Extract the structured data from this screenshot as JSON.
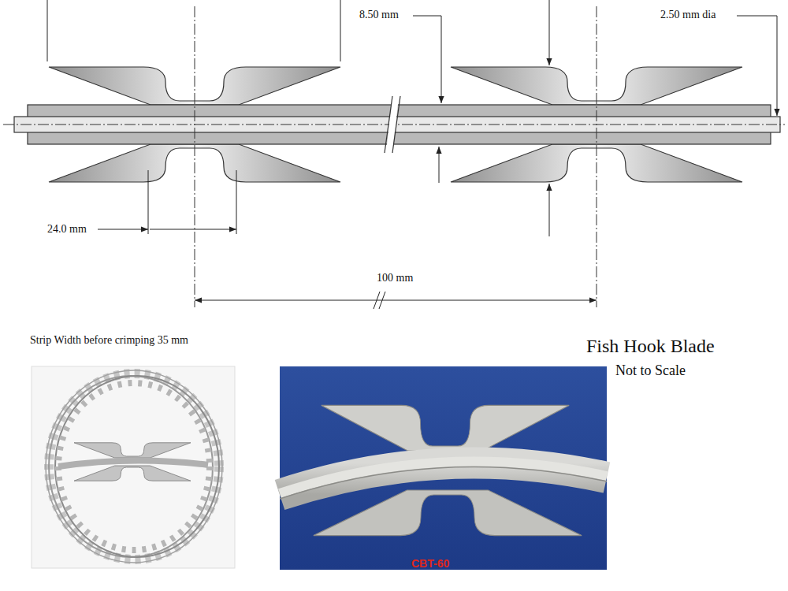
{
  "diagram": {
    "title": "Fish Hook Blade",
    "labels": [
      "8.50 mm",
      "2.50 mm dia",
      "24.0 mm",
      "100 mm",
      "Strip Width before crimping 35 mm",
      "Not to Scale",
      "CBT-60"
    ]
  }
}
